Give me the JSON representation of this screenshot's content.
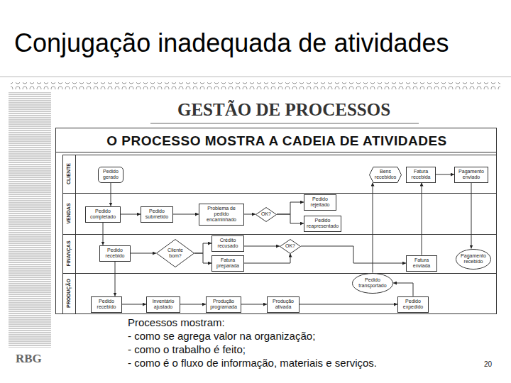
{
  "diagram": {
    "title": "Conjugação inadequada de atividades",
    "nodes": [
      {
        "text": [
          "CLIENTE"
        ]
      },
      {
        "text": [
          "Pedido gerado"
        ],
        "in": 0
      },
      {
        "text": [
          "Bens recebidos"
        ],
        "in": 0
      },
      {
        "text": [
          "Fatura recebida"
        ],
        "in": 0
      },
      {
        "text": [
          "Pagamento enviado"
        ],
        "in": 0
      },
      {
        "text": [
          "VENDAS"
        ]
      },
      {
        "text": [
          "Pedido completado"
        ],
        "in": 5
      },
      {
        "text": [
          "Pedido submetido"
        ],
        "in": 5
      },
      {
        "text": [
          "Problema de pedido encaminhado"
        ],
        "in": 5
      },
      {
        "text": [
          "OK?"
        ],
        "in": 5
      },
      {
        "text": [
          "Pedido rejeitado"
        ],
        "in": 5
      },
      {
        "text": [
          "Pedido reapresentado"
        ],
        "in": 5
      },
      {
        "text": [
          "FINANÇAS"
        ]
      },
      {
        "text": [
          "Pedido recebido"
        ],
        "in": 12
      },
      {
        "text": [
          "Cliente bom?"
        ],
        "in": 12
      },
      {
        "text": [
          "Crédito recusado"
        ],
        "in": 12
      },
      {
        "text": [
          "Fatura preparada"
        ],
        "in": 12
      },
      {
        "text": [
          "OK?"
        ],
        "in": 12
      },
      {
        "text": [
          "Fatura enviada"
        ],
        "in": 12
      },
      {
        "text": [
          "Pagamento recebido"
        ],
        "in": 12
      },
      {
        "text": [
          "PRODUÇÃO"
        ]
      },
      {
        "text": [
          "Pedido recebido"
        ],
        "in": 20
      },
      {
        "text": [
          "Inventário ajustado"
        ],
        "in": 20
      },
      {
        "text": [
          "Produção programada"
        ],
        "in": 20
      },
      {
        "text": [
          "Produção ativada"
        ],
        "in": 20
      },
      {
        "text": [
          "Pedido expedido"
        ],
        "in": 20
      },
      {
        "text": [
          "Pedido transportado"
        ],
        "in": 20
      }
    ],
    "edges": [
      {
        "from": 1,
        "to": 6,
        "arrow": "to"
      },
      {
        "from": 6,
        "to": 7,
        "arrow": "to"
      },
      {
        "from": 7,
        "to": 8,
        "arrow": "to"
      },
      {
        "from": 8,
        "to": 9,
        "arrow": "to"
      },
      {
        "from": 9,
        "to": 10,
        "arrow": "to"
      },
      {
        "from": 9,
        "to": 11,
        "arrow": "to"
      },
      {
        "from": 6,
        "to": 13,
        "arrow": "to"
      },
      {
        "from": 13,
        "to": 14,
        "arrow": "to"
      },
      {
        "from": 14,
        "to": 15,
        "arrow": "to"
      },
      {
        "from": 14,
        "to": 16,
        "arrow": "to"
      },
      {
        "from": 15,
        "to": 17,
        "arrow": "to"
      },
      {
        "from": 16,
        "to": 17,
        "arrow": "to"
      },
      {
        "from": 17,
        "to": 18,
        "arrow": "to"
      },
      {
        "from": 18,
        "to": 3,
        "arrow": "to"
      },
      {
        "from": 3,
        "to": 4,
        "arrow": "to"
      },
      {
        "from": 4,
        "to": 19,
        "arrow": "to"
      },
      {
        "from": 13,
        "to": 21,
        "arrow": "to"
      },
      {
        "from": 21,
        "to": 22,
        "arrow": "to"
      },
      {
        "from": 22,
        "to": 23,
        "arrow": "to"
      },
      {
        "from": 23,
        "to": 24,
        "arrow": "to"
      },
      {
        "from": 24,
        "to": 25,
        "arrow": "to"
      },
      {
        "from": 25,
        "to": 26,
        "arrow": "to"
      },
      {
        "from": 26,
        "to": 2,
        "arrow": "to"
      }
    ],
    "labels": [
      "GESTÃO DE PROCESSOS",
      "O PROCESSO MOSTRA A CADEIA DE ATIVIDADES",
      "Processos mostram:",
      "- como se agrega valor na organização;",
      "- como o trabalho é feito;",
      "- como é o fluxo de informação, materiais e serviços.",
      "RBG",
      "20"
    ]
  }
}
